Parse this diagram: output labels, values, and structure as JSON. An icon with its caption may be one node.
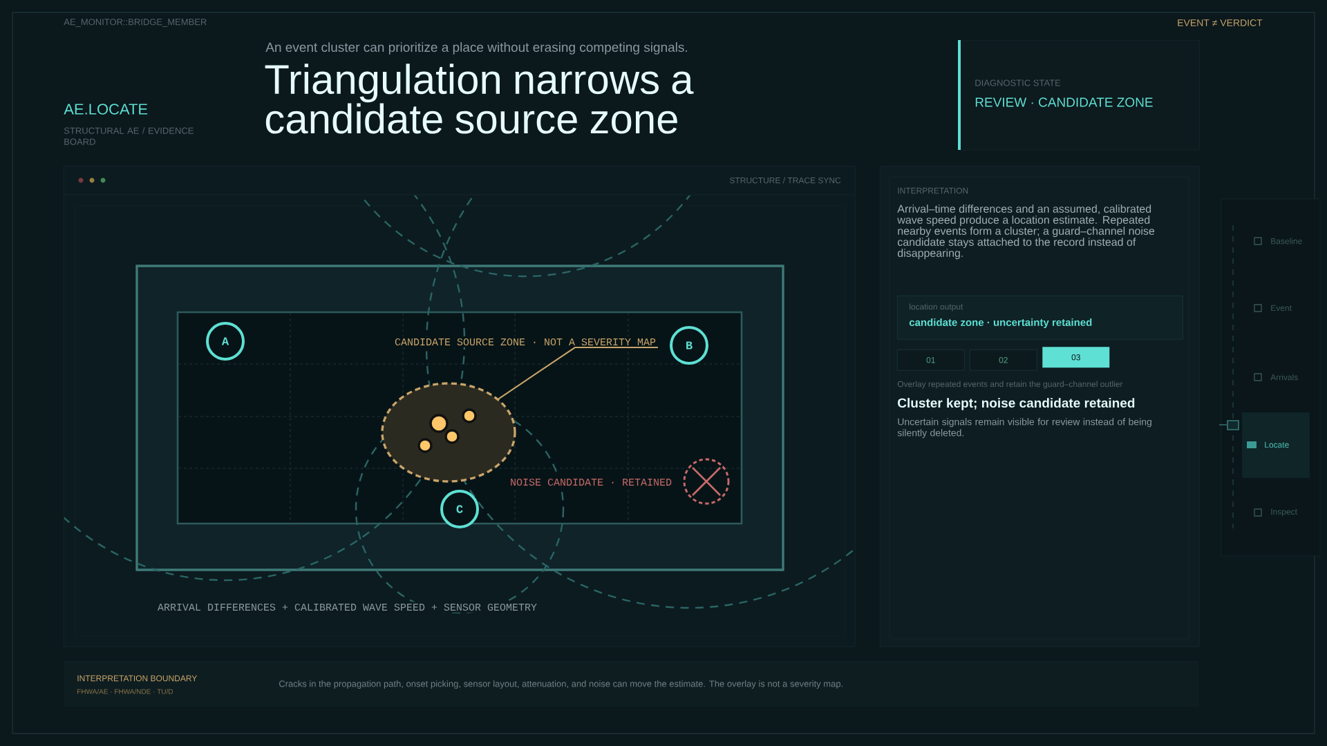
{
  "diagram": {
    "title": "Triangulation narrows a candidate source zone",
    "nodes": [
      {
        "text": [
          "DIAGNOSTIC STATE",
          "REVIEW · CANDIDATE ZONE"
        ]
      },
      {
        "text": [
          "INTERPRETATION",
          "Arrival–time differences and an assumed, calibrated wave speed produce a location estimate. Repeated nearby events form a cluster; a guard–channel noise candidate stays attached to the record instead of disappearing.",
          "Overlay repeated events and retain the guard–channel outlier",
          "Cluster kept; noise candidate retained",
          "Uncertain signals remain visible for review instead of being silently deleted."
        ]
      },
      {
        "text": [
          "location output",
          "candidate zone · uncertainty retained"
        ],
        "in": 1
      },
      {
        "text": [
          "01"
        ],
        "in": 1
      },
      {
        "text": [
          "02"
        ],
        "in": 1
      },
      {
        "text": [
          "03"
        ],
        "in": 1
      },
      {
        "text": [
          "STRUCTURE / TRACE SYNC"
        ]
      },
      {
        "text": [
          "A"
        ],
        "in": 6
      },
      {
        "text": [
          "B"
        ],
        "in": 6
      },
      {
        "text": [
          "C"
        ],
        "in": 6
      },
      {
        "text": [
          "CANDIDATE SOURCE ZONE · NOT A SEVERITY MAP"
        ],
        "in": 6
      },
      {
        "text": [],
        "shape": "ellipse",
        "in": 6
      },
      {
        "text": [
          "INTERPRETATION BOUNDARY",
          "FHWA/AE · FHWA/NDE · TU/D",
          "Cracks in the propagation path, onset picking, sensor layout, attenuation, and noise can move the estimate. The overlay is not a severity map."
        ]
      }
    ],
    "edges": [
      {
        "from": 10,
        "to": 11,
        "arrow": "none"
      }
    ],
    "labels": [
      "AE_MONITOR::BRIDGE_MEMBER",
      "An event cluster can prioritize a place without erasing competing signals.",
      "EVENT ≠ VERDICT",
      "AE.LOCATE",
      "STRUCTURAL AE / EVIDENCE BOARD",
      "NOISE CANDIDATE · RETAINED",
      "ARRIVAL DIFFERENCES + CALIBRATED WAVE SPEED + SENSOR GEOMETRY",
      "Baseline",
      "Event",
      "Arrivals",
      "Locate",
      "Inspect"
    ]
  }
}
